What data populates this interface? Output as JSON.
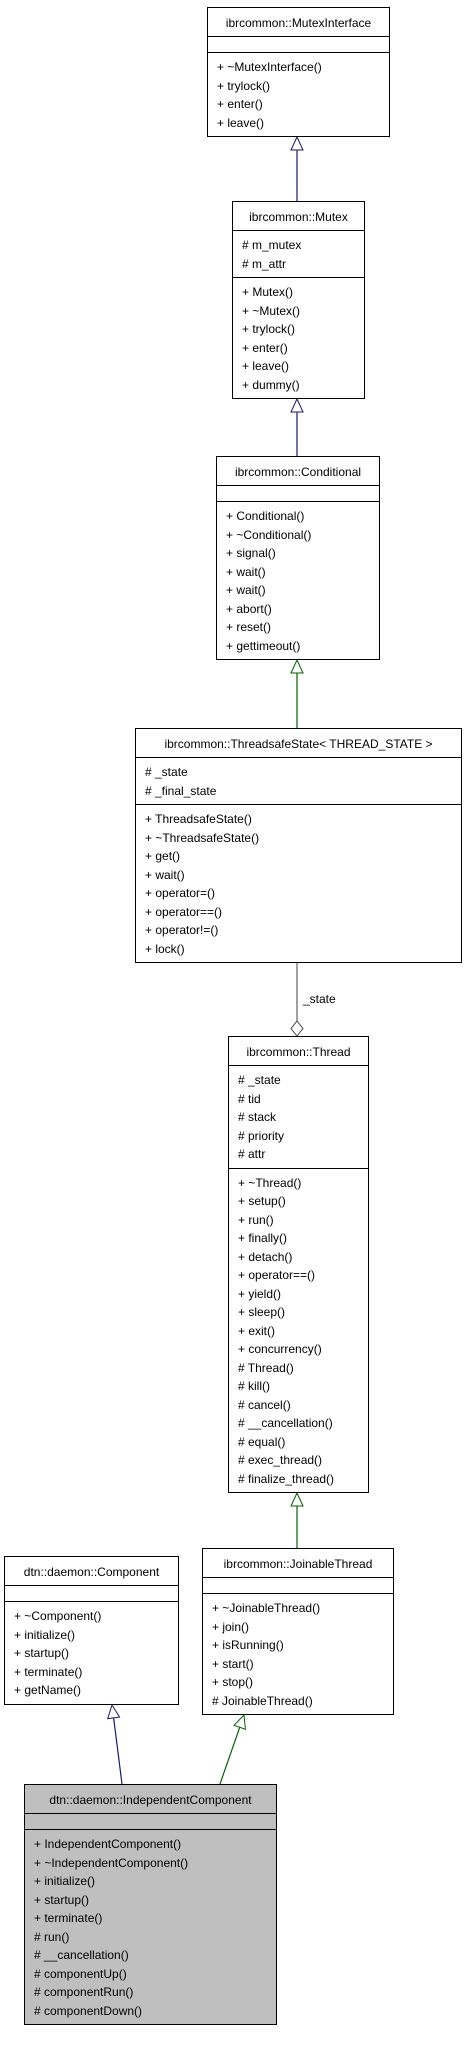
{
  "classes": [
    {
      "id": "mutexinterface",
      "name": "ibrcommon::MutexInterface",
      "attributes": [],
      "methods": [
        "+ ~MutexInterface()",
        "+ trylock()",
        "+ enter()",
        "+ leave()"
      ]
    },
    {
      "id": "mutex",
      "name": "ibrcommon::Mutex",
      "attributes": [
        "# m_mutex",
        "# m_attr"
      ],
      "methods": [
        "+ Mutex()",
        "+ ~Mutex()",
        "+ trylock()",
        "+ enter()",
        "+ leave()",
        "+ dummy()"
      ]
    },
    {
      "id": "conditional",
      "name": "ibrcommon::Conditional",
      "attributes": [],
      "methods": [
        "+ Conditional()",
        "+ ~Conditional()",
        "+ signal()",
        "+ wait()",
        "+ wait()",
        "+ abort()",
        "+ reset()",
        "+ gettimeout()"
      ]
    },
    {
      "id": "threadsafestate",
      "name": "ibrcommon::ThreadsafeState< THREAD_STATE >",
      "attributes": [
        "# _state",
        "# _final_state"
      ],
      "methods": [
        "+ ThreadsafeState()",
        "+ ~ThreadsafeState()",
        "+ get()",
        "+ wait()",
        "+ operator=()",
        "+ operator==()",
        "+ operator!=()",
        "+ lock()"
      ]
    },
    {
      "id": "thread",
      "name": "ibrcommon::Thread",
      "attributes": [
        "# _state",
        "# tid",
        "# stack",
        "# priority",
        "# attr"
      ],
      "methods": [
        "+ ~Thread()",
        "+ setup()",
        "+ run()",
        "+ finally()",
        "+ detach()",
        "+ operator==()",
        "+ yield()",
        "+ sleep()",
        "+ exit()",
        "+ concurrency()",
        "# Thread()",
        "# kill()",
        "# cancel()",
        "# __cancellation()",
        "# equal()",
        "# exec_thread()",
        "# finalize_thread()"
      ]
    },
    {
      "id": "component",
      "name": "dtn::daemon::Component",
      "attributes": [],
      "methods": [
        "+ ~Component()",
        "+ initialize()",
        "+ startup()",
        "+ terminate()",
        "+ getName()"
      ]
    },
    {
      "id": "joinablethread",
      "name": "ibrcommon::JoinableThread",
      "attributes": [],
      "methods": [
        "+ ~JoinableThread()",
        "+ join()",
        "+ isRunning()",
        "+ start()",
        "+ stop()",
        "# JoinableThread()"
      ]
    },
    {
      "id": "independentcomponent",
      "name": "dtn::daemon::IndependentComponent",
      "attributes": [],
      "methods": [
        "+ IndependentComponent()",
        "+ ~IndependentComponent()",
        "+ initialize()",
        "+ startup()",
        "+ terminate()",
        "# run()",
        "# __cancellation()",
        "# componentUp()",
        "# componentRun()",
        "# componentDown()"
      ],
      "highlighted": true
    }
  ],
  "edges": [
    {
      "from": "mutex",
      "to": "mutexinterface",
      "kind": "public-inheritance",
      "color": "#191970"
    },
    {
      "from": "conditional",
      "to": "mutex",
      "kind": "public-inheritance",
      "color": "#191970"
    },
    {
      "from": "threadsafestate",
      "to": "conditional",
      "kind": "protected-inheritance",
      "color": "#006400"
    },
    {
      "from": "thread",
      "to": "threadsafestate",
      "kind": "aggregation",
      "label": "_state",
      "color": "#404040"
    },
    {
      "from": "joinablethread",
      "to": "thread",
      "kind": "protected-inheritance",
      "color": "#006400"
    },
    {
      "from": "independentcomponent",
      "to": "component",
      "kind": "public-inheritance",
      "color": "#191970"
    },
    {
      "from": "independentcomponent",
      "to": "joinablethread",
      "kind": "protected-inheritance",
      "color": "#006400"
    }
  ]
}
